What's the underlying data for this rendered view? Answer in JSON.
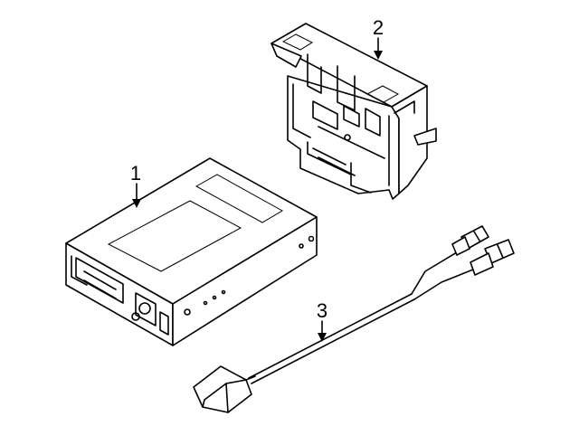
{
  "diagram": {
    "parts": [
      {
        "id": "module",
        "callout": "1",
        "icon": "control-module-box"
      },
      {
        "id": "bracket",
        "callout": "2",
        "icon": "mounting-bracket"
      },
      {
        "id": "harness",
        "callout": "3",
        "icon": "wire-harness-antenna"
      }
    ]
  }
}
